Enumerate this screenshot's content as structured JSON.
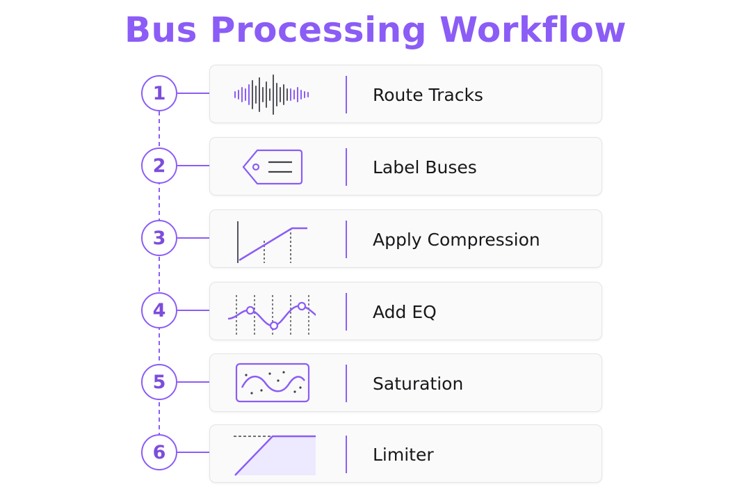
{
  "title": "Bus Processing Workflow",
  "colors": {
    "accent": "#8b5cf6",
    "text": "#18181b",
    "card_bg": "#fafafa",
    "card_border": "#e4e4e7"
  },
  "steps": [
    {
      "number": "1",
      "label": "Route Tracks",
      "icon": "waveform-icon"
    },
    {
      "number": "2",
      "label": "Label Buses",
      "icon": "tag-icon"
    },
    {
      "number": "3",
      "label": "Apply Compression",
      "icon": "compression-curve-icon"
    },
    {
      "number": "4",
      "label": "Add EQ",
      "icon": "eq-curve-icon"
    },
    {
      "number": "5",
      "label": "Saturation",
      "icon": "saturation-icon"
    },
    {
      "number": "6",
      "label": "Limiter",
      "icon": "limiter-icon"
    }
  ]
}
